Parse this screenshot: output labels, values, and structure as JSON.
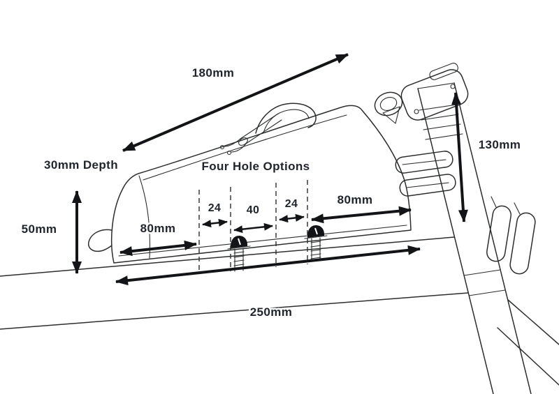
{
  "colors": {
    "background": "#ffffff",
    "line": "#2b2d2f",
    "dimension": "#121417",
    "text": "#20262e"
  },
  "labels": {
    "length_top": "180mm",
    "height_right": "130mm",
    "depth": "30mm Depth",
    "height_left": "50mm",
    "four_hole": "Four Hole Options",
    "left_span": "80mm",
    "gap_left": "24",
    "gap_center": "40",
    "gap_right": "24",
    "right_span": "80mm",
    "length_bottom": "250mm"
  }
}
